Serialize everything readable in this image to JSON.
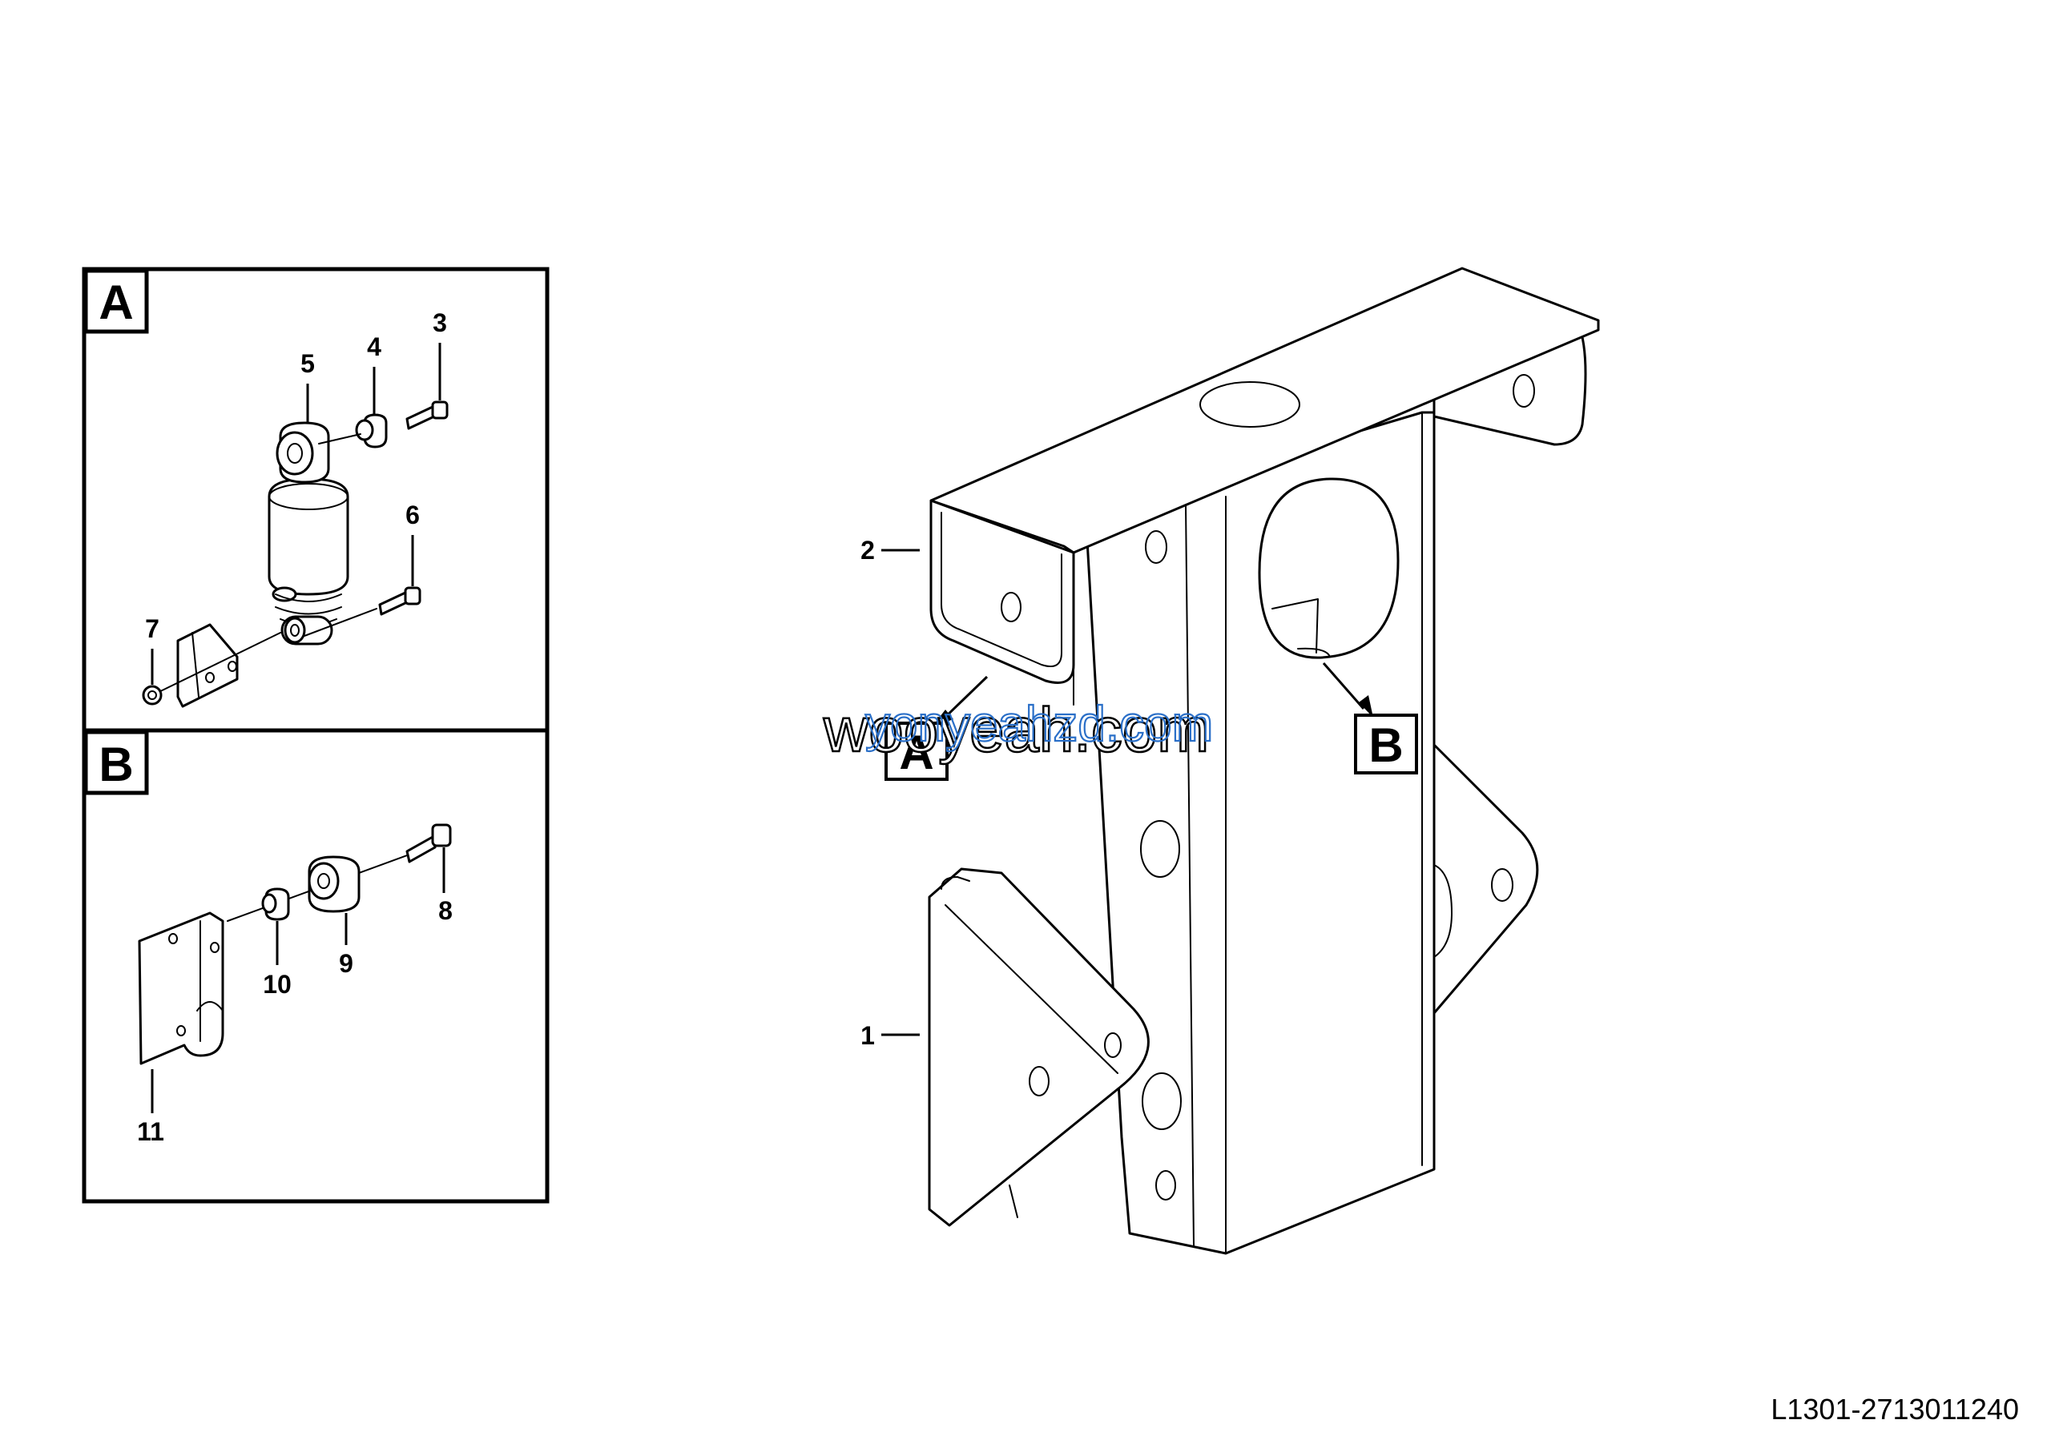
{
  "diagram": {
    "callouts": {
      "c1": "1",
      "c2": "2",
      "c3": "3",
      "c4": "4",
      "c5": "5",
      "c6": "6",
      "c7": "7",
      "c8": "8",
      "c9": "9",
      "c10": "10",
      "c11": "11"
    },
    "detail_views": {
      "a": "A",
      "b": "B"
    },
    "view_markers": {
      "a": "A",
      "b": "B"
    },
    "part_number": "L1301-2713011240",
    "watermark": {
      "primary": "wooyeah.com",
      "secondary": "yonyeahzd.com"
    }
  }
}
